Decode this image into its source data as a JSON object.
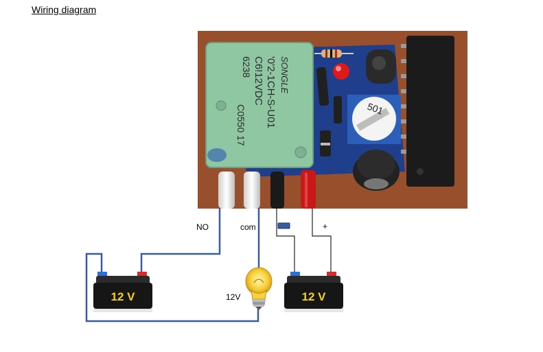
{
  "title": "Wiring diagram",
  "labels": {
    "no": "NO",
    "com": "com",
    "plus": "+",
    "lamp_voltage": "12V"
  },
  "batteries": [
    {
      "voltage": "12 V"
    },
    {
      "voltage": "12 V"
    }
  ],
  "relay": {
    "brand": "SONGLE",
    "model": "'0'2-1CH-S-U01",
    "voltage": "C6!12VDC",
    "code1": "6238",
    "code2": "C0550 17"
  },
  "pot": {
    "value": "501"
  },
  "colors": {
    "wire": "#3b5c9c",
    "board_bg": "#a35a35",
    "pcb": "#1f3e8c",
    "relay": "#8fc7a3",
    "battery_top": "#f2d21a",
    "led": "#e01818"
  }
}
